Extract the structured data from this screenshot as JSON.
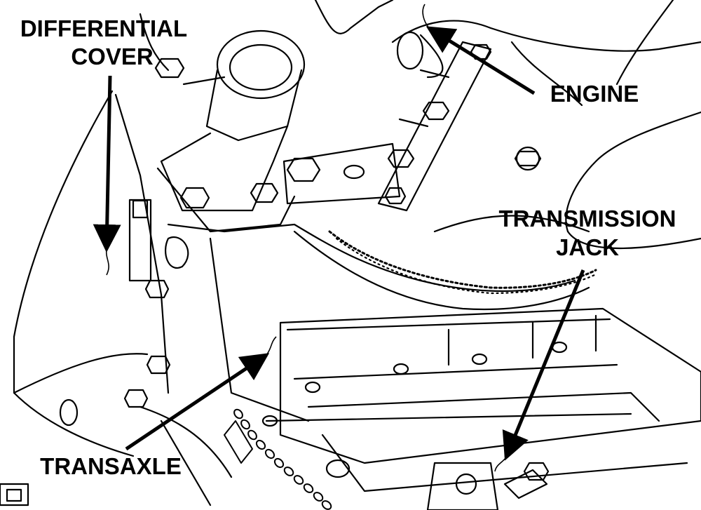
{
  "labels": {
    "differential_cover_line1": "DIFFERENTIAL",
    "differential_cover_line2": "COVER",
    "engine": "ENGINE",
    "transmission_jack_line1": "TRANSMISSION",
    "transmission_jack_line2": "JACK",
    "transaxle": "TRANSAXLE"
  },
  "colors": {
    "line": "#000000",
    "background": "#ffffff"
  }
}
